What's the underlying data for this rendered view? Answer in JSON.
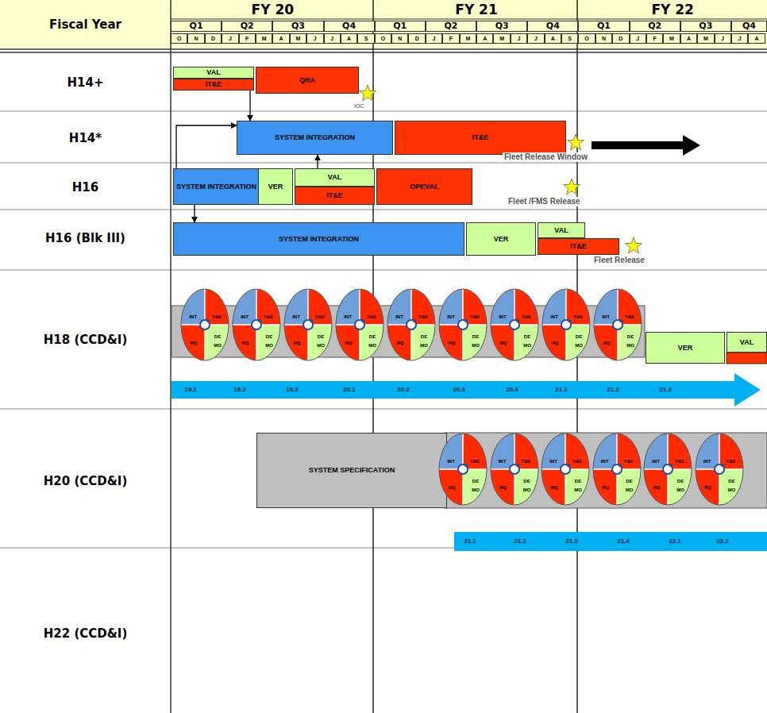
{
  "diagram": {
    "nodes": [
      {
        "text": [
          "VAL"
        ]
      },
      {
        "text": [
          "IT&E"
        ]
      },
      {
        "text": [
          "QRA"
        ]
      },
      {
        "text": [
          "SYSTEM INTEGRATION"
        ]
      },
      {
        "text": [
          "IT&E"
        ]
      },
      {
        "text": [
          "SYSTEM INTEGRATION"
        ]
      },
      {
        "text": [
          "VER"
        ]
      },
      {
        "text": [
          "VAL"
        ]
      },
      {
        "text": [
          "IT&E"
        ]
      },
      {
        "text": [
          "OPEVAL"
        ]
      },
      {
        "text": [
          "SYSTEM INTEGRATION"
        ]
      },
      {
        "text": [
          "VER"
        ]
      },
      {
        "text": [
          "VAL"
        ]
      },
      {
        "text": [
          "IT&E"
        ]
      },
      {
        "text": [
          "INT",
          "T&E",
          "DE",
          "MO",
          "RQ"
        ]
      },
      {
        "text": [
          "INT",
          "T&E",
          "DE",
          "MO",
          "RQ"
        ]
      },
      {
        "text": [
          "INT",
          "T&E",
          "DE",
          "MO",
          "RQ"
        ]
      },
      {
        "text": [
          "INT",
          "T&E",
          "DE",
          "MO",
          "RQ"
        ]
      },
      {
        "text": [
          "INT",
          "T&E",
          "DE",
          "MO",
          "RQ"
        ]
      },
      {
        "text": [
          "INT",
          "T&E",
          "DE",
          "MO",
          "RQ"
        ]
      },
      {
        "text": [
          "INT",
          "T&E",
          "DE",
          "MO",
          "RQ"
        ]
      },
      {
        "text": [
          "INT",
          "T&E",
          "DE",
          "MO",
          "RQ"
        ]
      },
      {
        "text": [
          "INT",
          "T&E",
          "DE",
          "MO",
          "RQ"
        ]
      },
      {
        "text": [
          "VER"
        ]
      },
      {
        "text": [
          "VAL"
        ]
      },
      {
        "text": [
          "SYSTEM SPECIFICATION"
        ]
      },
      {
        "text": [
          "INT",
          "T&E",
          "DE",
          "MO",
          "RQ"
        ]
      },
      {
        "text": [
          "INT",
          "T&E",
          "DE",
          "MO",
          "RQ"
        ]
      },
      {
        "text": [
          "INT",
          "T&E",
          "DE",
          "MO",
          "RQ"
        ]
      },
      {
        "text": [
          "INT",
          "T&E",
          "DE",
          "MO",
          "RQ"
        ]
      },
      {
        "text": [
          "INT",
          "T&E",
          "DE",
          "MO",
          "RQ"
        ]
      },
      {
        "text": [
          "INT",
          "T&E",
          "DE",
          "MO",
          "RQ"
        ]
      }
    ],
    "edges": [
      {
        "from": 1,
        "to": 3,
        "arrow": "to"
      },
      {
        "from": 7,
        "to": 3,
        "arrow": "to"
      },
      {
        "from": 5,
        "to": 3,
        "arrow": "to"
      },
      {
        "from": 5,
        "to": 10,
        "arrow": "to"
      }
    ],
    "labels": [
      "Fiscal Year",
      "FY 20",
      "FY 21",
      "FY 22",
      "Q1",
      "Q2",
      "Q3",
      "Q4",
      "Q1",
      "Q2",
      "Q3",
      "Q4",
      "Q1",
      "Q2",
      "Q3",
      "Q4",
      "O",
      "N",
      "D",
      "J",
      "F",
      "M",
      "A",
      "M",
      "J",
      "J",
      "A",
      "S",
      "O",
      "N",
      "D",
      "J",
      "F",
      "M",
      "A",
      "M",
      "J",
      "J",
      "A",
      "S",
      "O",
      "N",
      "D",
      "J",
      "F",
      "M",
      "A",
      "M",
      "J",
      "J",
      "A",
      "H14+",
      "H14*",
      "H16",
      "H16 (Blk III)",
      "H18 (CCD&I)",
      "H20 (CCD&I)",
      "H22 (CCD&I)",
      "IOC",
      "Fleet Release Window",
      "Fleet /FMS Release",
      "Fleet Release",
      "19.1",
      "19.2",
      "19.3",
      "20.1",
      "20.2",
      "20.3",
      "20.4",
      "21.1",
      "21.2",
      "21.3",
      "21.1",
      "21.2",
      "21.3",
      "21.4",
      "22.1",
      "22.2"
    ]
  }
}
